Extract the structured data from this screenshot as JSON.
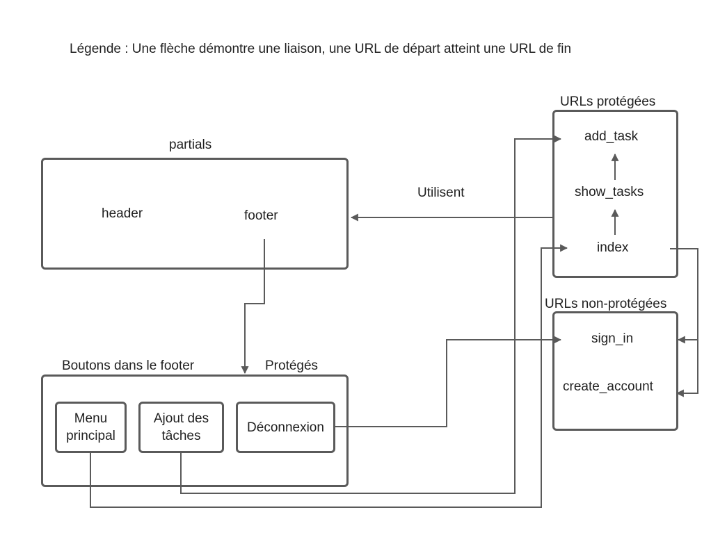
{
  "legend": "Légende : Une flèche démontre une liaison, une URL de départ atteint une URL de fin",
  "partials": {
    "title": "partials",
    "items": [
      "header",
      "footer"
    ]
  },
  "footer_buttons": {
    "title": "Boutons dans le footer",
    "protected_label": "Protégés",
    "buttons": [
      "Menu\nprincipal",
      "Ajout des\ntâches",
      "Déconnexion"
    ]
  },
  "protected_urls": {
    "title": "URLs protégées",
    "items": [
      "add_task",
      "show_tasks",
      "index"
    ]
  },
  "unprotected_urls": {
    "title": "URLs non-protégées",
    "items": [
      "sign_in",
      "create_account"
    ]
  },
  "edge_label": "Utilisent",
  "colors": {
    "stroke": "#5a5a5a",
    "text": "#1f1f1f"
  }
}
